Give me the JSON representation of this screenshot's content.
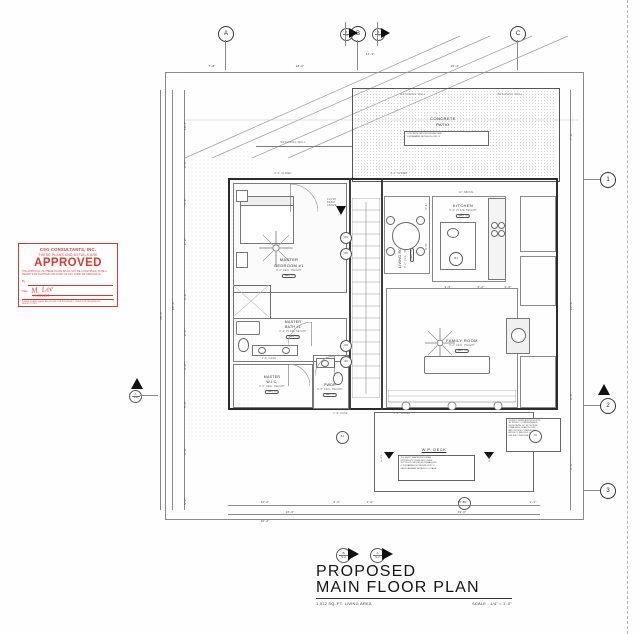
{
  "document": {
    "type": "architectural-floor-plan",
    "sheet_background": "#ffffff"
  },
  "title_block": {
    "line1": "PROPOSED",
    "line2": "MAIN FLOOR PLAN",
    "area": "1,012 SQ. FT. LIVING AREA",
    "scale": "SCALE :  1/4\" = 1'-0\""
  },
  "approval_stamp": {
    "company": "CSG CONSULTANTS, INC.",
    "subtitle": "THESE PLANS AND DETAILS ARE",
    "status": "APPROVED",
    "disclaimer": "THE APPROVAL OF THESE PLANS SHALL NOT BE CONSTRUED TO BE  A PERMIT FOR ANOTHER VIOLATION OF ANY CODE OR ORDINANCE.",
    "by_label": "By:",
    "date_label": "Date:",
    "signature": "M. Lee",
    "date_value": "11/20/2024",
    "footer": "THESE PLANS SHALL BE ON THE JOB SITE AT ALL TIMES FOR REQUESTED INSPECTIONS",
    "color": "#d03b33"
  },
  "grid_bubbles": {
    "top": [
      "A",
      "B",
      "C"
    ],
    "right": [
      "1",
      "2",
      "3"
    ]
  },
  "section_markers": [
    {
      "top": "3",
      "bottom": "S-1"
    },
    {
      "top": "4",
      "bottom": "S-1"
    },
    {
      "top": "A",
      "bottom": "S-2"
    },
    {
      "top": "B",
      "bottom": "S-2"
    },
    {
      "top": "C",
      "bottom": "S-3"
    }
  ],
  "rooms": [
    {
      "name": "MASTER\nBEDROOM #1",
      "label_line1": "MASTER",
      "label_line2": "BEDROOM #1",
      "ceiling": "9'-0\"  CEIL. HEIGHT",
      "tag": "WALL TO"
    },
    {
      "label_line1": "MASTER",
      "label_line2": "BATH #1",
      "ceiling": "9'-0\"  PLATE HEIGHT",
      "tag": "WALL TO"
    },
    {
      "label_line1": "MASTER",
      "label_line2": "W.I.C.",
      "ceiling": "9'-0\"  CEIL. HEIGHT",
      "tag": "WALL TO"
    },
    {
      "label_line1": "PWDR",
      "label_line2": "",
      "ceiling": "9'-0\" CEIL. HEIGHT",
      "tag": "WALL TO"
    },
    {
      "label_line1": "KITCHEN",
      "label_line2": "",
      "ceiling": "9'-0\"  PLATE HEIGHT",
      "tag": "WALL TO"
    },
    {
      "label_line1": "LIVING ROOM",
      "label_line2": "",
      "ceiling": "9'-0\" CEIL. HEIGHT",
      "tag": "WALL TO"
    },
    {
      "label_line1": "FAMILY ROOM",
      "label_line2": "",
      "ceiling": "9'-0\"  CEIL. HEIGHT",
      "tag": "WALL TO"
    },
    {
      "label_line1": "CONCRETE",
      "label_line2": "PATIO",
      "ceiling": "",
      "tag": ""
    },
    {
      "label_line1": "W.P.  DECK",
      "label_line2": "",
      "ceiling": "",
      "tag": ""
    }
  ],
  "notes": {
    "patio": "CONCRETE PATIO/PORCHES SEE\n1-2(FRAMING NOTES)/FLOOR #1",
    "deck": "\"TU DECK\" WATERPROOFING\nSYSTEM ICC# ESR-2007 OVER\n3/4\"T&G PLYWOOD(36-24)MAX@16\nO-2(FRAMING NOTES)/FLOOR #1\nSEE FLASHING DETAILS D-2 PAGE",
    "fireplace": "SCIENCY FIREPLACE PRODUCTS\n36\" MODEL # C-36RDV(36)MOD\nWOOD BURN. F.P. W/ OUTSIDE\nCOMB. AIR & GLASS DOORS,\nAND OUTSIDE COMBUSTION\nAIR DUCT, SEE 8/D-1, L-34(E)\nSEE 4/A-7 THROUGH NFP.",
    "retaining_wall_left": "RETAINING WALL",
    "retaining_wall_right": "RETAINING WALL",
    "retaining_wall_mid": "RETAINING WALL"
  },
  "openings": {
    "slider_1": "5'-0\" SLIDER",
    "slider_2": "6'-0\" SLIDER",
    "slider_3": "6'-0\" SLIDER",
    "case_1": "2'-6\" CASE.",
    "case_2": "2'-8\" CASE",
    "fp_flush": "FLUSH\nBEAM\nABOVE",
    "above_42": "42\" ABOVE"
  },
  "dimensions": {
    "top_row1": [
      "7'-8\"",
      "18'-6\"",
      "25'-4\""
    ],
    "top_row2": [
      "44'-4\""
    ],
    "left_col_outer": [
      "48'-0\""
    ],
    "left_col_mid": [
      "28'-0\""
    ],
    "left_col_inner": [
      "10'-4\"",
      "3'-6\"",
      "4'-4\"",
      "2'-0\"",
      "2'-4\"",
      "9'-8\"",
      "2'-4\"",
      "3'-8\"",
      "5'-0\"",
      "6'-0\"",
      "5'-2\""
    ],
    "right_col": [
      "7'-8\"",
      "20'-8\"",
      "6'-0\"",
      "9'-6\""
    ],
    "bottom_row1": [
      "10'-0\"",
      "6'-0\"",
      "1'-6\"",
      "16'-6\"",
      "1'-6\""
    ],
    "bottom_row2": [
      "16'-0\"",
      "19'-6\""
    ],
    "bottom_row3": [
      "10'-4\"",
      "16'-0\"",
      "19'-6\""
    ],
    "interior": [
      "3'-6\"",
      "5'-6\"",
      "3'-0\"",
      "6'-0\"",
      "3'-1\"",
      "2'-8\"",
      "5'-6\"",
      "4'-0\""
    ]
  },
  "fixture_tags": [
    "W1",
    "W2",
    "W3",
    "W4",
    "W5",
    "W6",
    "D1",
    "D2",
    "D3",
    "D4",
    "M-1",
    "M-2",
    "S-1",
    "S-2"
  ]
}
